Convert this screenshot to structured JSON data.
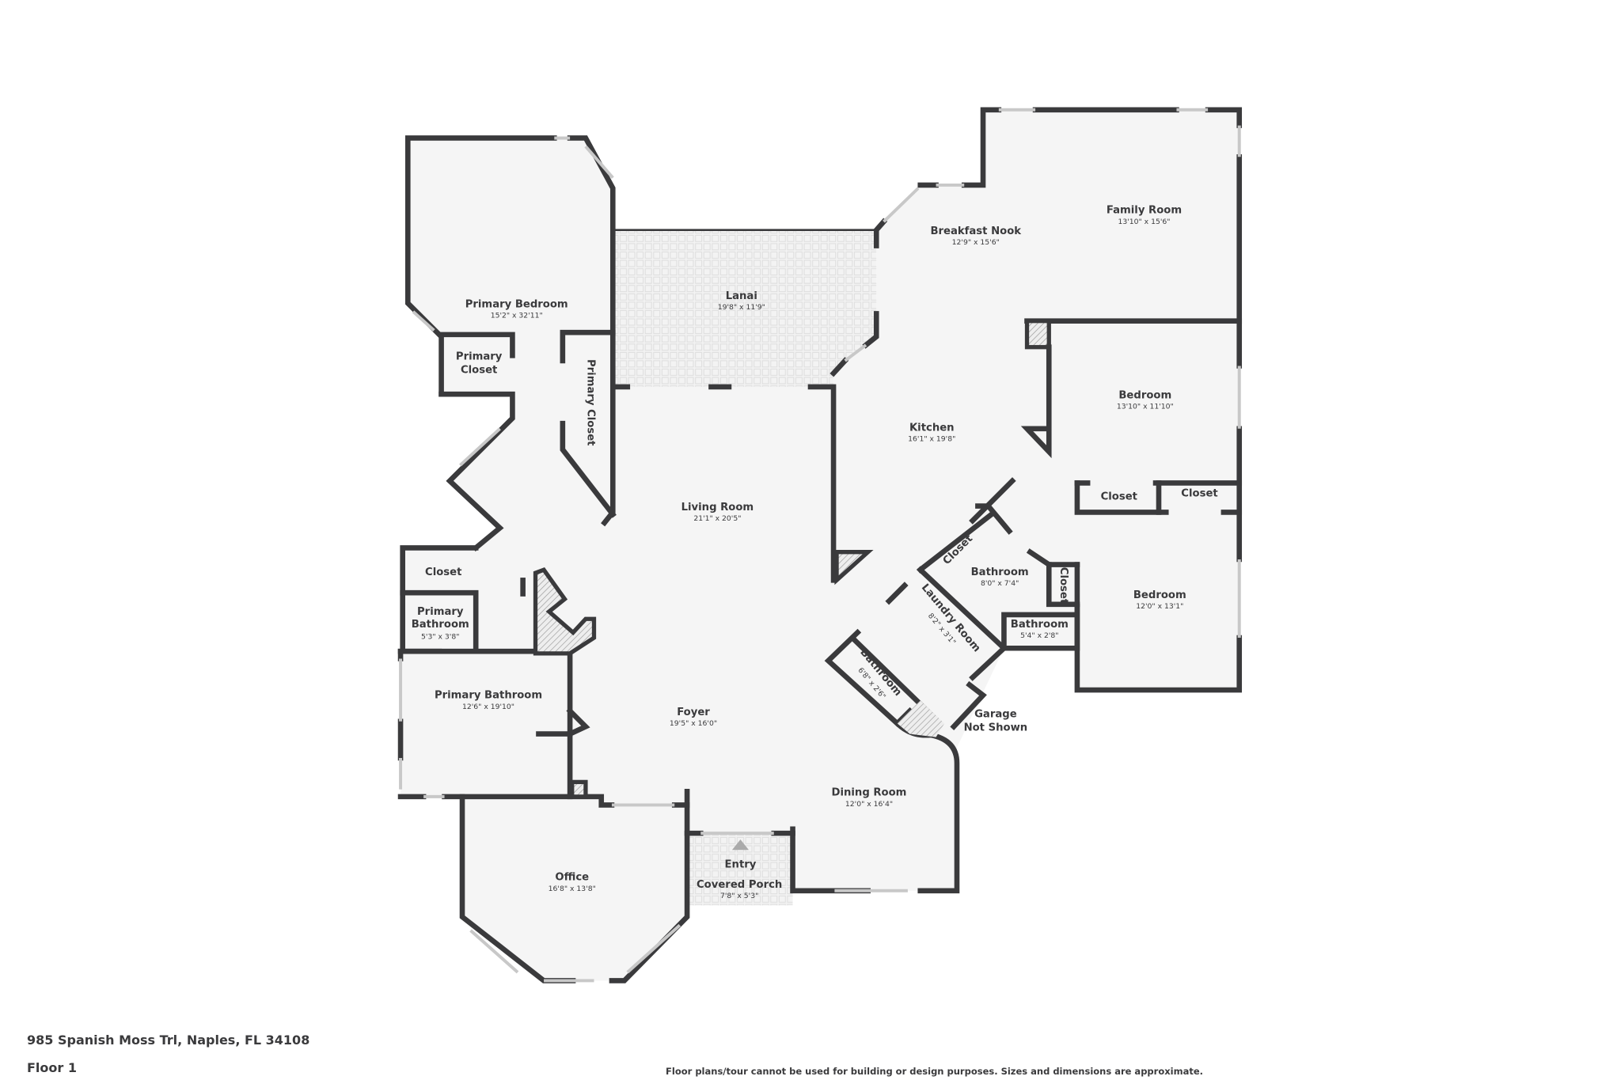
{
  "rooms": {
    "primary_bedroom": {
      "name": "Primary Bedroom",
      "dim": "15'2\" x 32'11\""
    },
    "primary_closet_a": {
      "name1": "Primary",
      "name2": "Closet"
    },
    "primary_closet_b": {
      "name": "Primary Closet"
    },
    "lanai": {
      "name": "Lanai",
      "dim": "19'8\" x 11'9\""
    },
    "breakfast_nook": {
      "name": "Breakfast Nook",
      "dim": "12'9\" x 15'6\""
    },
    "family_room": {
      "name": "Family Room",
      "dim": "13'10\" x 15'6\""
    },
    "kitchen": {
      "name": "Kitchen",
      "dim": "16'1\" x 19'8\""
    },
    "bedroom_1": {
      "name": "Bedroom",
      "dim": "13'10\" x 11'10\""
    },
    "closet_1": {
      "name": "Closet"
    },
    "closet_2": {
      "name": "Closet"
    },
    "bedroom_2": {
      "name": "Bedroom",
      "dim": "12'0\" x 13'1\""
    },
    "living_room": {
      "name": "Living Room",
      "dim": "21'1\" x 20'5\""
    },
    "closet_3": {
      "name": "Closet"
    },
    "bathroom_1": {
      "name": "Bathroom",
      "dim": "8'0\" x 7'4\""
    },
    "closet_4": {
      "name": "Closet"
    },
    "bathroom_2": {
      "name": "Bathroom",
      "dim": "5'4\" x 2'8\""
    },
    "laundry": {
      "name": "Laundry Room",
      "dim": "8'2\" x 3'1\""
    },
    "bathroom_3": {
      "name": "Bathroom",
      "dim": "6'8\" x 2'6\""
    },
    "garage": {
      "name1": "Garage",
      "name2": "Not Shown"
    },
    "closet_5": {
      "name": "Closet"
    },
    "primary_bathroom_small": {
      "name1": "Primary",
      "name2": "Bathroom",
      "dim": "5'3\" x 3'8\""
    },
    "primary_bathroom": {
      "name": "Primary Bathroom",
      "dim": "12'6\" x 19'10\""
    },
    "foyer": {
      "name": "Foyer",
      "dim": "19'5\" x 16'0\""
    },
    "dining_room": {
      "name": "Dining Room",
      "dim": "12'0\" x 16'4\""
    },
    "office": {
      "name": "Office",
      "dim": "16'8\" x 13'8\""
    },
    "entry": {
      "name": "Entry"
    },
    "covered_porch": {
      "name": "Covered Porch",
      "dim": "7'8\" x 5'3\""
    }
  },
  "footer": {
    "address": "985 Spanish Moss Trl, Naples, FL 34108",
    "floor": "Floor 1",
    "disclaimer": "Floor plans/tour cannot be used for building or design purposes. Sizes and dimensions are approximate."
  },
  "colors": {
    "wall": "#3a3a3c",
    "floor": "#f5f5f5",
    "window": "#c8c8c8"
  }
}
